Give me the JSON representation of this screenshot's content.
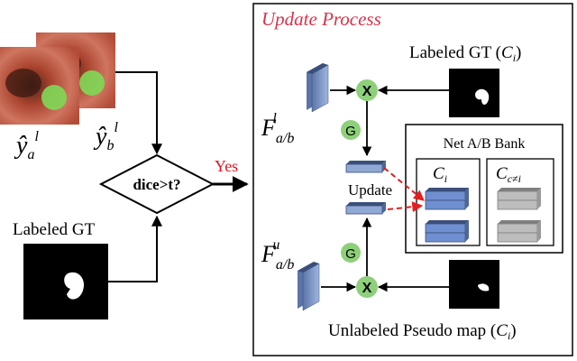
{
  "panel": {
    "title": "Update Process"
  },
  "inputs": {
    "pred_a": {
      "symbol": "ŷ",
      "sub": "a",
      "sup": "l"
    },
    "pred_b": {
      "symbol": "ŷ",
      "sub": "b",
      "sup": "l"
    },
    "labeled_gt_left": "Labeled GT"
  },
  "decision": {
    "label": "dice>t?",
    "yes_label": "Yes"
  },
  "features": {
    "labeled": {
      "symbol": "F",
      "sub": "a/b",
      "sup": "l"
    },
    "unlabeled": {
      "symbol": "F",
      "sub": "a/b",
      "sup": "u"
    }
  },
  "operators": {
    "multiply": "X",
    "gate": "G"
  },
  "right_inputs": {
    "labeled_gt_prefix": "Labeled GT (",
    "unlabeled_prefix": "Unlabeled Pseudo map (",
    "class_symbol": "C",
    "class_sub": "i",
    "suffix": ")"
  },
  "update_label": "Update",
  "bank": {
    "title": "Net A/B Bank",
    "class_current": {
      "symbol": "C",
      "sub": "i"
    },
    "class_other": {
      "symbol": "C",
      "sub": "c≠i"
    }
  },
  "colors": {
    "accent_title": "#d9314a",
    "yes": "#e0141e",
    "operator_fill": "#8ed07a",
    "feature_fill": "#8fa8d4",
    "bank_blue": "#6f8fd0",
    "bank_gray": "#bdbdbd",
    "dashed_arrow": "#e41e1e"
  }
}
